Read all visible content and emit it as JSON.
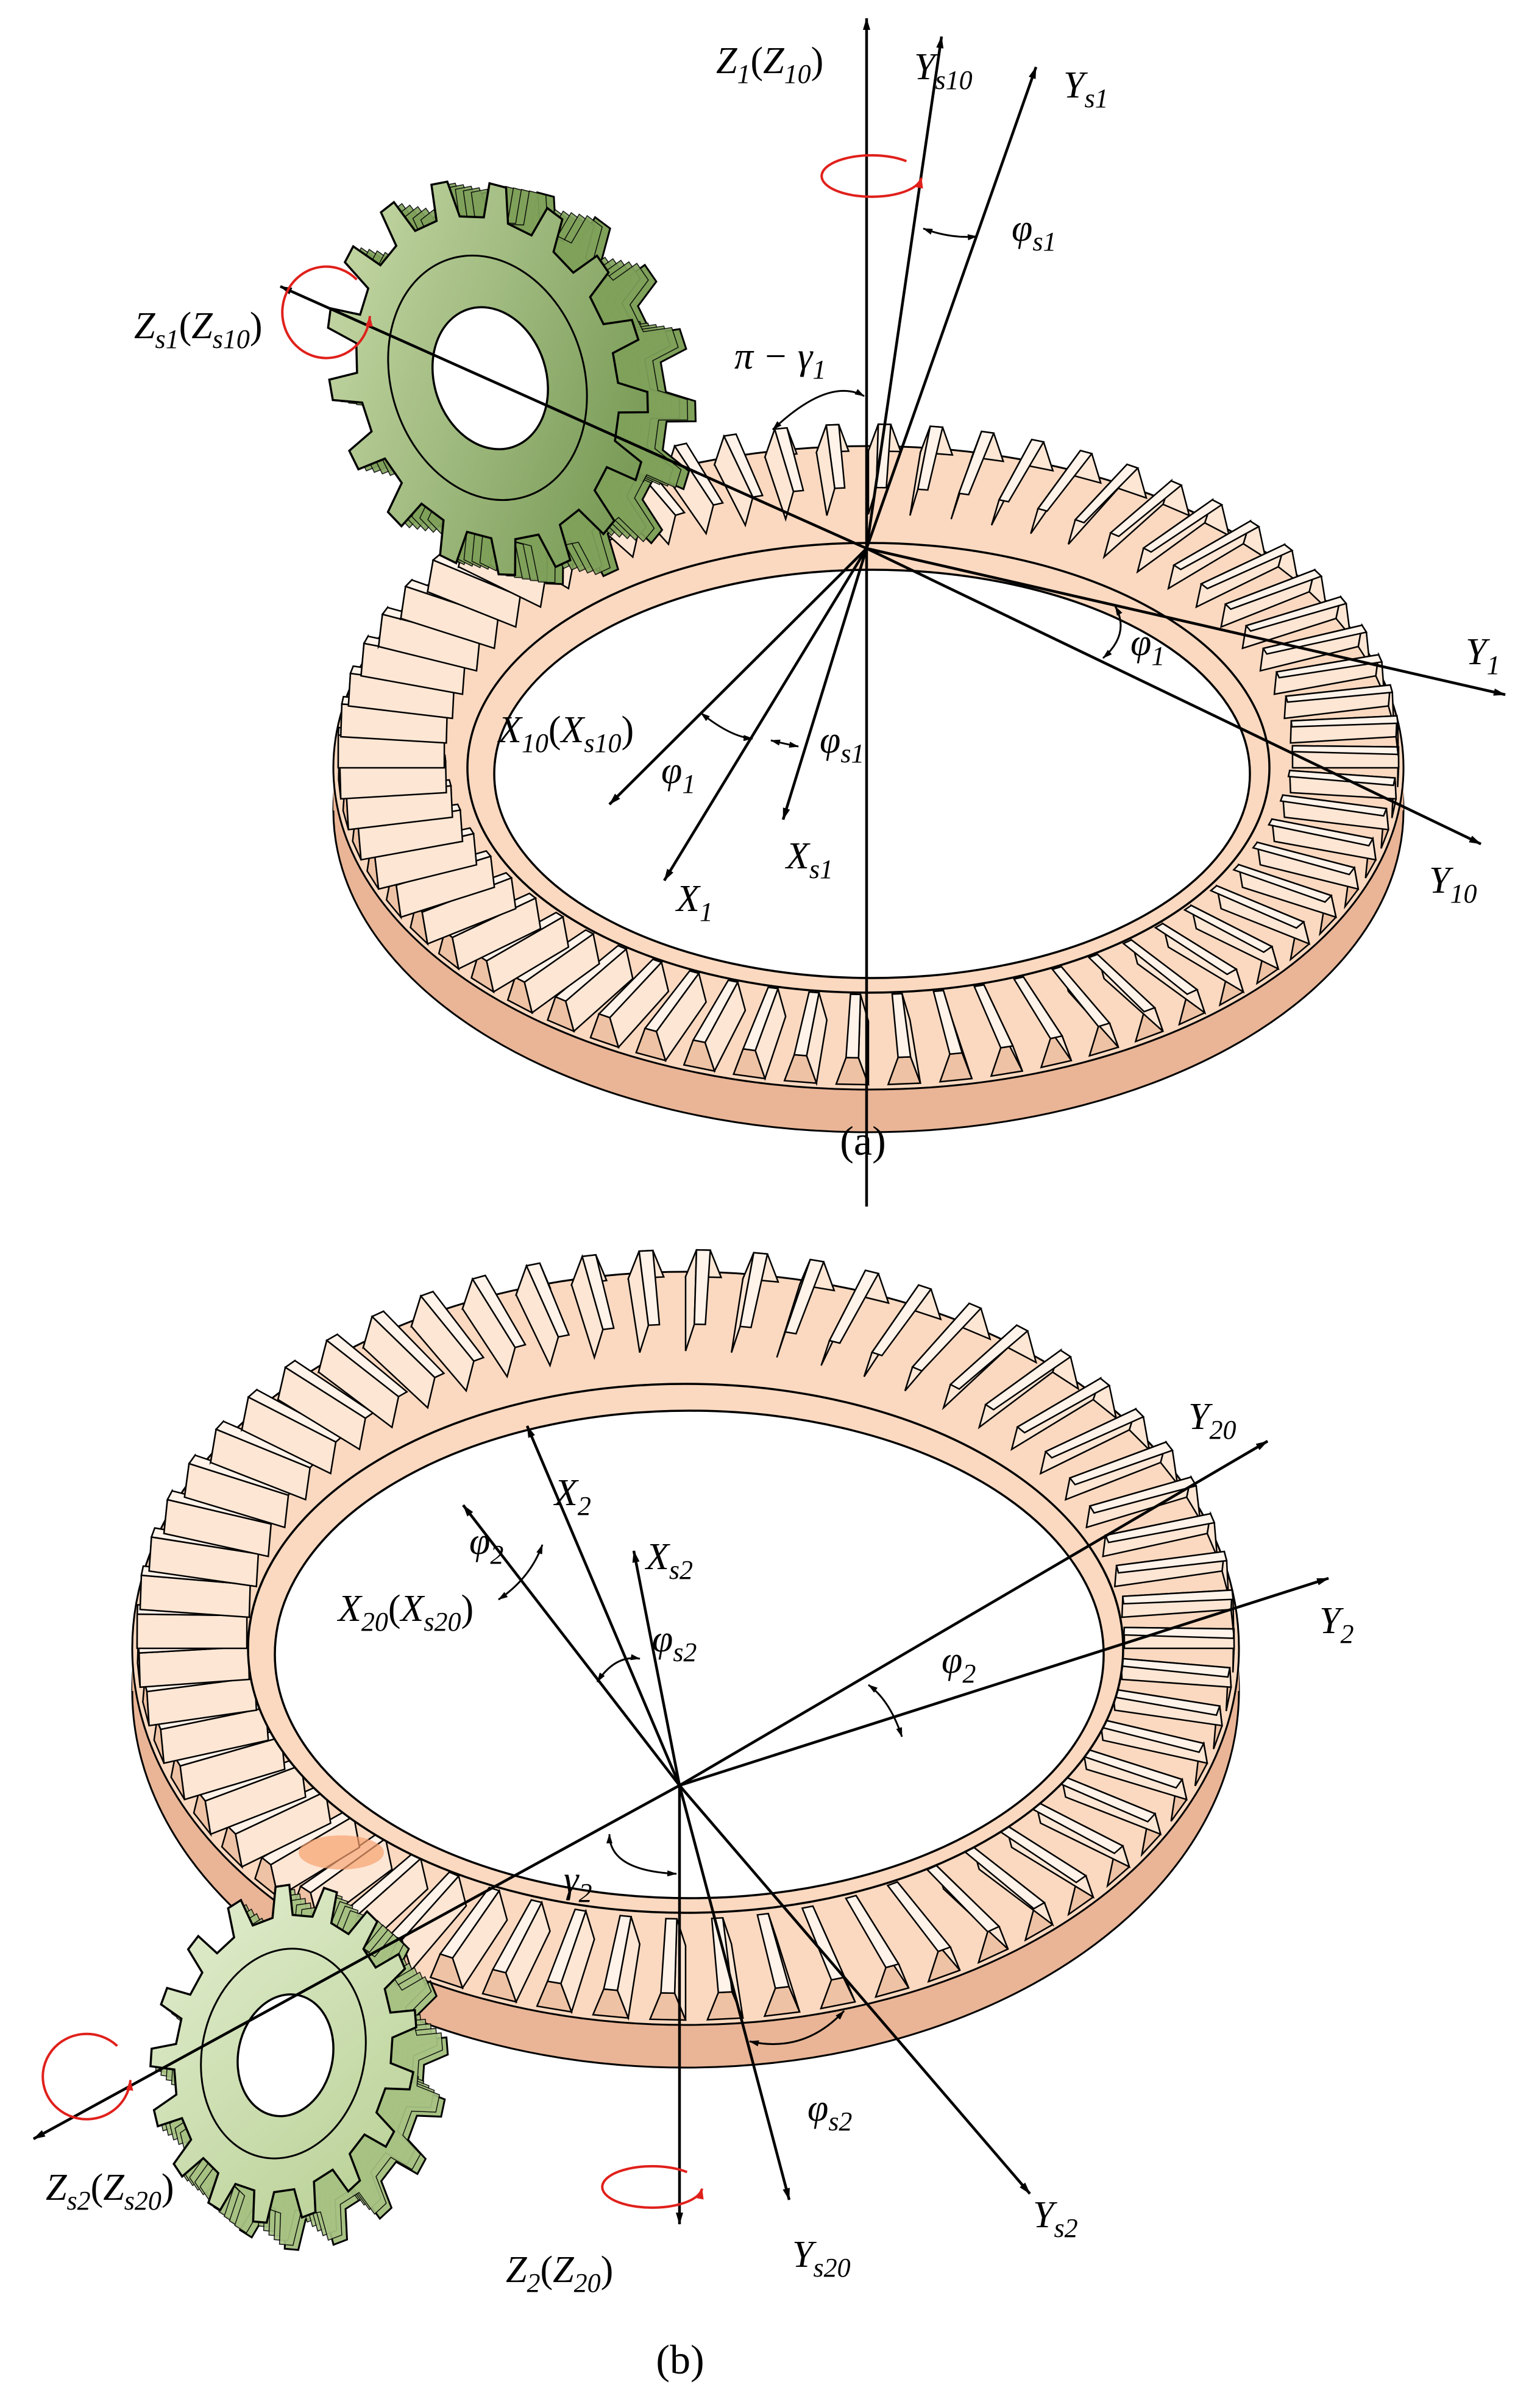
{
  "captions": {
    "a": "(a)",
    "b": "(b)"
  },
  "colors": {
    "ring_face": "#fbd9c0",
    "ring_edge": "#e9b596",
    "tooth_light": "#fde6d4",
    "tooth_dark": "#eec2a4",
    "contact": "#f6a371",
    "pinion_dark": "#6a8f47",
    "pinion_light": "#cfe0b0",
    "rotation_arrow": "#e0201b"
  },
  "labels_a": {
    "z1": {
      "base": "Z",
      "sub": "1",
      "paren_base": "Z",
      "paren_sub": "10"
    },
    "ys10": {
      "base": "Y",
      "sub": "s10"
    },
    "ys1": {
      "base": "Y",
      "sub": "s1"
    },
    "phi_s1_top": {
      "base": "φ",
      "sub": "s1"
    },
    "zs1": {
      "base": "Z",
      "sub": "s1",
      "paren_base": "Z",
      "paren_sub": "s10"
    },
    "pi_gamma": {
      "text": "π − γ",
      "sub": "1"
    },
    "y1": {
      "base": "Y",
      "sub": "1"
    },
    "phi1_right": {
      "base": "φ",
      "sub": "1"
    },
    "x10": {
      "base": "X",
      "sub": "10",
      "paren_base": "X",
      "paren_sub": "s10"
    },
    "phi1_left": {
      "base": "φ",
      "sub": "1"
    },
    "phi_s1_low": {
      "base": "φ",
      "sub": "s1"
    },
    "x1": {
      "base": "X",
      "sub": "1"
    },
    "xs1": {
      "base": "X",
      "sub": "s1"
    },
    "y10": {
      "base": "Y",
      "sub": "10"
    }
  },
  "labels_b": {
    "y20": {
      "base": "Y",
      "sub": "20"
    },
    "x2": {
      "base": "X",
      "sub": "2"
    },
    "phi2_left": {
      "base": "φ",
      "sub": "2"
    },
    "xs2": {
      "base": "X",
      "sub": "s2"
    },
    "x20": {
      "base": "X",
      "sub": "20",
      "paren_base": "X",
      "paren_sub": "s20"
    },
    "phi_s2_top": {
      "base": "φ",
      "sub": "s2"
    },
    "y2": {
      "base": "Y",
      "sub": "2"
    },
    "phi2_right": {
      "base": "φ",
      "sub": "2"
    },
    "gamma2": {
      "base": "γ",
      "sub": "2"
    },
    "phi_s2_low": {
      "base": "φ",
      "sub": "s2"
    },
    "zs2": {
      "base": "Z",
      "sub": "s2",
      "paren_base": "Z",
      "paren_sub": "s20"
    },
    "z2": {
      "base": "Z",
      "sub": "2",
      "paren_base": "Z",
      "paren_sub": "20"
    },
    "ys20": {
      "base": "Y",
      "sub": "s20"
    },
    "ys2": {
      "base": "Y",
      "sub": "s2"
    }
  }
}
